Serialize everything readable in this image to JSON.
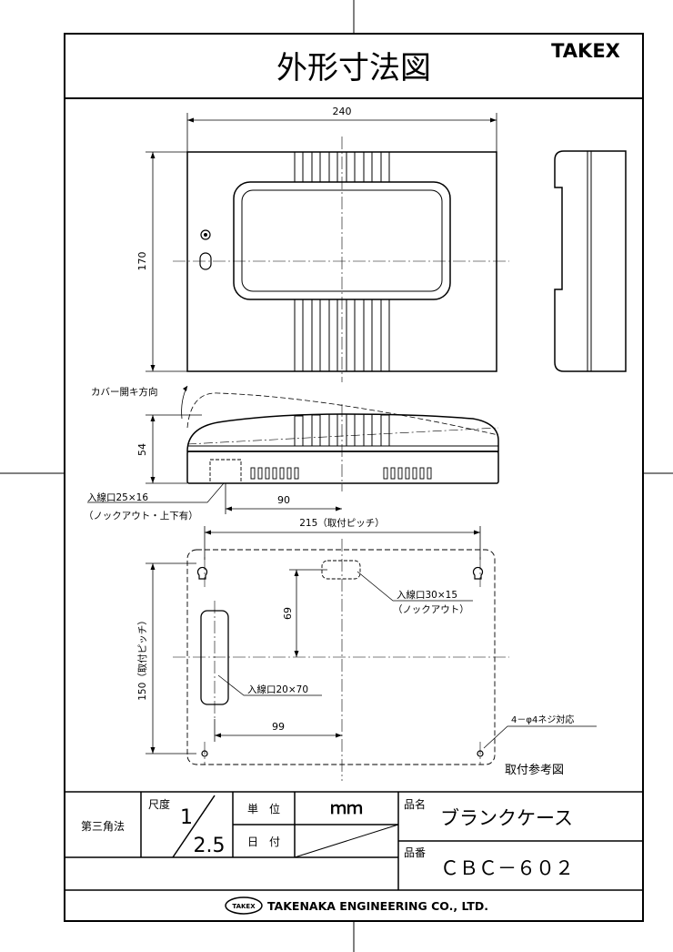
{
  "header": {
    "title": "外形寸法図",
    "brand": "TAKEX"
  },
  "dims": {
    "width_240": "240",
    "height_170": "170",
    "depth_54": "54",
    "dim_90": "90",
    "pitch_215": "215（取付ピッチ）",
    "pitch_150": "150（取付ピッチ）",
    "dim_69": "69",
    "dim_99": "99"
  },
  "notes": {
    "cover_direction": "カバー開キ方向",
    "inlet_25x16": "入線口25×16",
    "inlet_25x16_sub": "（ノックアウト・上下有）",
    "inlet_30x15": "入線口30×15",
    "inlet_30x15_sub": "（ノックアウト）",
    "inlet_20x70": "入線口20×70",
    "screw": "4－φ4ネジ対応",
    "mount_ref": "取付参考図"
  },
  "titleblock": {
    "projection": "第三角法",
    "scale_label": "尺度",
    "scale_num": "1",
    "scale_den": "2.5",
    "unit_label": "単　位",
    "unit_value": "ｍｍ",
    "date_label": "日　付",
    "name_label": "品名",
    "name_value": "ブランクケース",
    "code_label": "品番",
    "code_value": "ＣＢＣ－６０２",
    "company_logo": "TAKEX",
    "company": "TAKENAKA ENGINEERING CO., LTD."
  }
}
